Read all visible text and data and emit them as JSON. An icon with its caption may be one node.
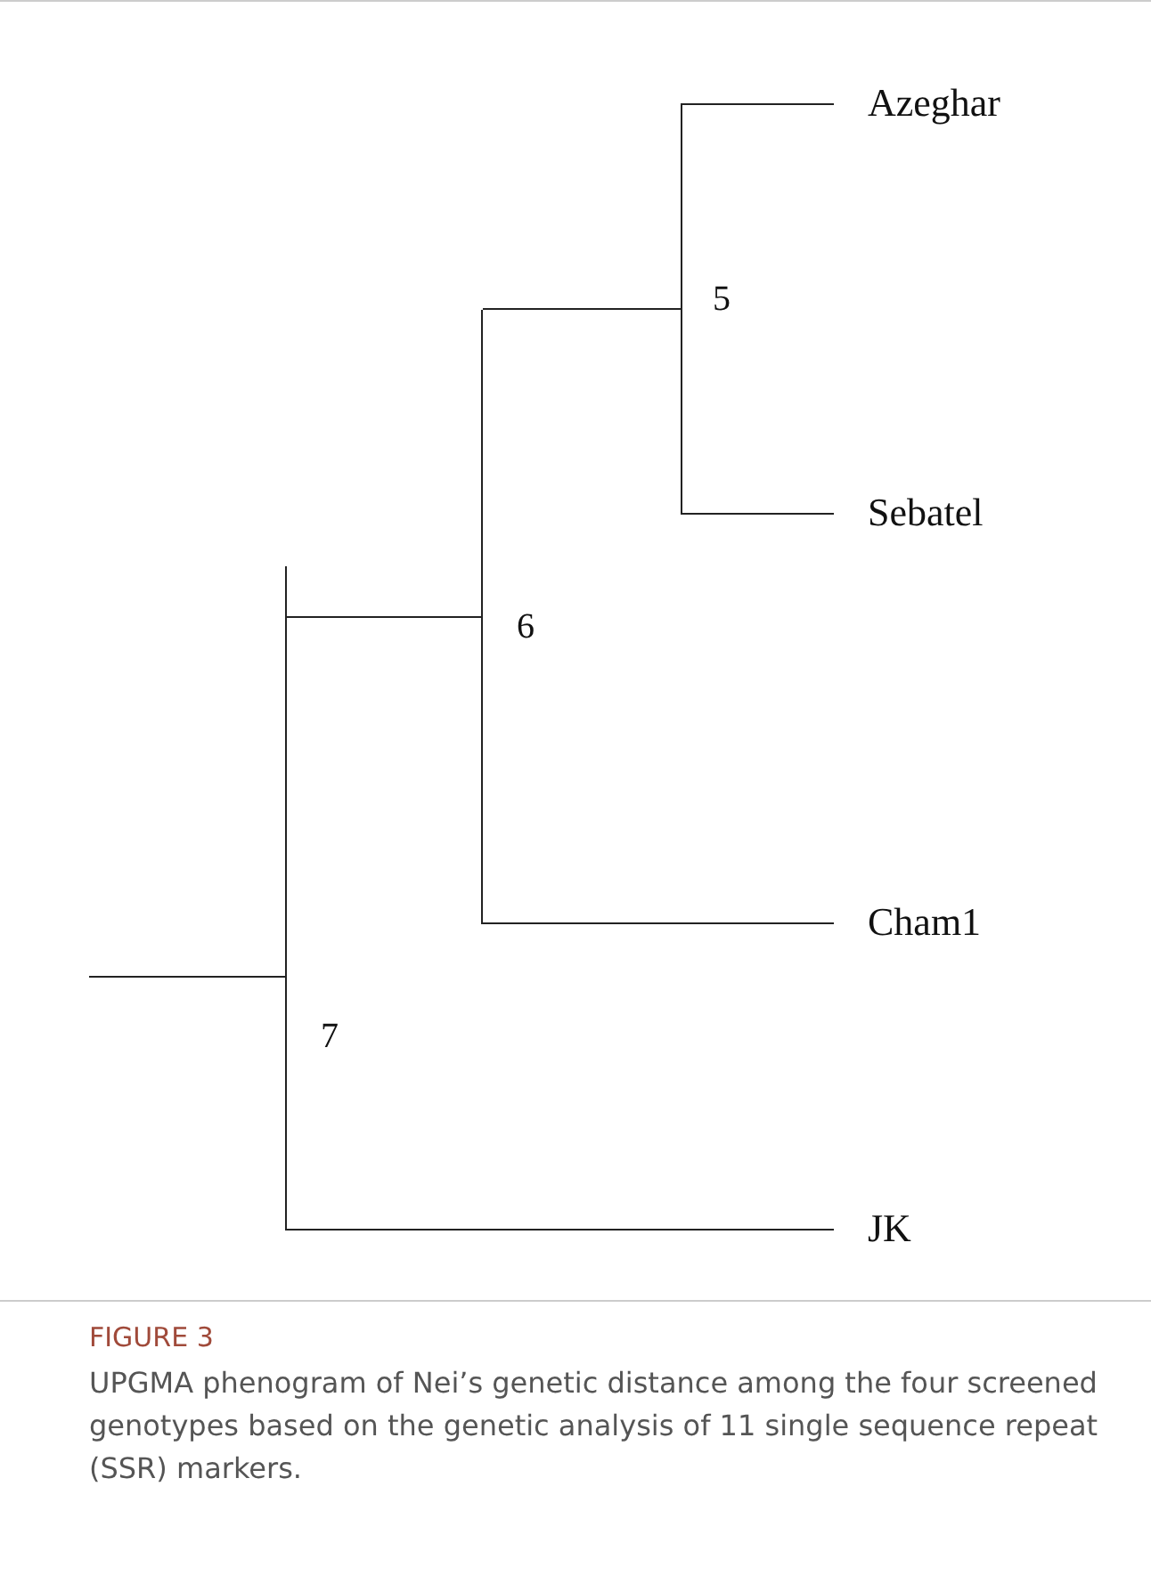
{
  "diagram": {
    "title": "FIGURE 3",
    "caption": "UPGMA phenogram of Nei’s genetic distance among the four screened genotypes based on the genetic analysis of 11 single sequence repeat (SSR) markers.",
    "nodes": [
      {
        "text": [
          "Azeghar"
        ]
      },
      {
        "text": [
          "Sebatel"
        ]
      },
      {
        "text": [
          "Cham1"
        ]
      },
      {
        "text": [
          "JK"
        ]
      },
      {
        "text": [],
        "shape": "bar",
        "beside": [
          "5"
        ]
      },
      {
        "text": [],
        "shape": "bar",
        "beside": [
          "6"
        ]
      },
      {
        "text": [],
        "shape": "bar",
        "beside": [
          "7"
        ]
      }
    ],
    "edges": [
      {
        "from": 4,
        "to": 0,
        "arrow": "none"
      },
      {
        "from": 4,
        "to": 1,
        "arrow": "none"
      },
      {
        "from": 5,
        "to": 4,
        "arrow": "none"
      },
      {
        "from": 5,
        "to": 2,
        "arrow": "none"
      },
      {
        "from": 6,
        "to": 5,
        "arrow": "none"
      },
      {
        "from": 6,
        "to": 3,
        "arrow": "none"
      },
      {
        "from": null,
        "to": 6,
        "arrow": "none"
      }
    ]
  }
}
